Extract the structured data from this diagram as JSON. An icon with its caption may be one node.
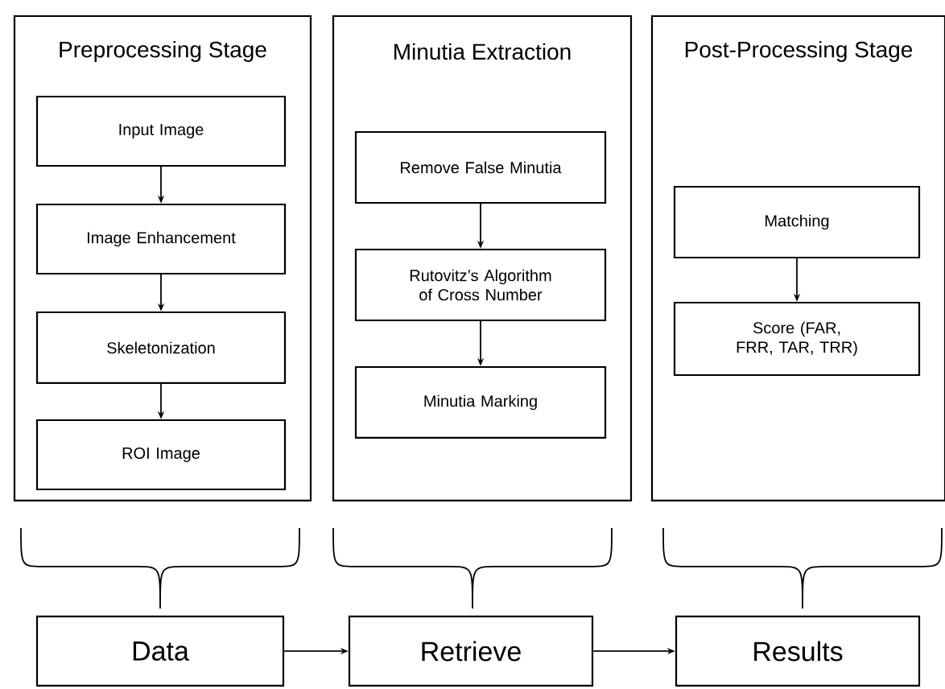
{
  "diagram": {
    "nodes": [
      {
        "text": [
          "Preprocessing Stage"
        ]
      },
      {
        "text": [
          "Input Image"
        ],
        "in": 0
      },
      {
        "text": [
          "Image Enhancement"
        ],
        "in": 0
      },
      {
        "text": [
          "Skeletonization"
        ],
        "in": 0
      },
      {
        "text": [
          "ROI Image"
        ],
        "in": 0
      },
      {
        "text": [
          "Minutia Extraction"
        ]
      },
      {
        "text": [
          "Remove False Minutia"
        ],
        "in": 5
      },
      {
        "text": [
          "Rutovitz’s Algorithm of Cross Number"
        ],
        "in": 5
      },
      {
        "text": [
          "Minutia Marking"
        ],
        "in": 5
      },
      {
        "text": [
          "Post-Processing Stage"
        ]
      },
      {
        "text": [
          "Matching"
        ],
        "in": 9
      },
      {
        "text": [
          "Score (FAR, FRR, TAR, TRR)"
        ],
        "in": 9
      },
      {
        "text": [
          "Data"
        ]
      },
      {
        "text": [
          "Retrieve"
        ]
      },
      {
        "text": [
          "Results"
        ]
      }
    ],
    "edges": [
      {
        "from": 1,
        "to": 2,
        "arrow": "to"
      },
      {
        "from": 2,
        "to": 3,
        "arrow": "to"
      },
      {
        "from": 3,
        "to": 4,
        "arrow": "to"
      },
      {
        "from": 6,
        "to": 7,
        "arrow": "to"
      },
      {
        "from": 7,
        "to": 8,
        "arrow": "to"
      },
      {
        "from": 10,
        "to": 11,
        "arrow": "to"
      },
      {
        "from": 12,
        "to": 13,
        "arrow": "to"
      },
      {
        "from": 13,
        "to": 14,
        "arrow": "to"
      }
    ]
  }
}
